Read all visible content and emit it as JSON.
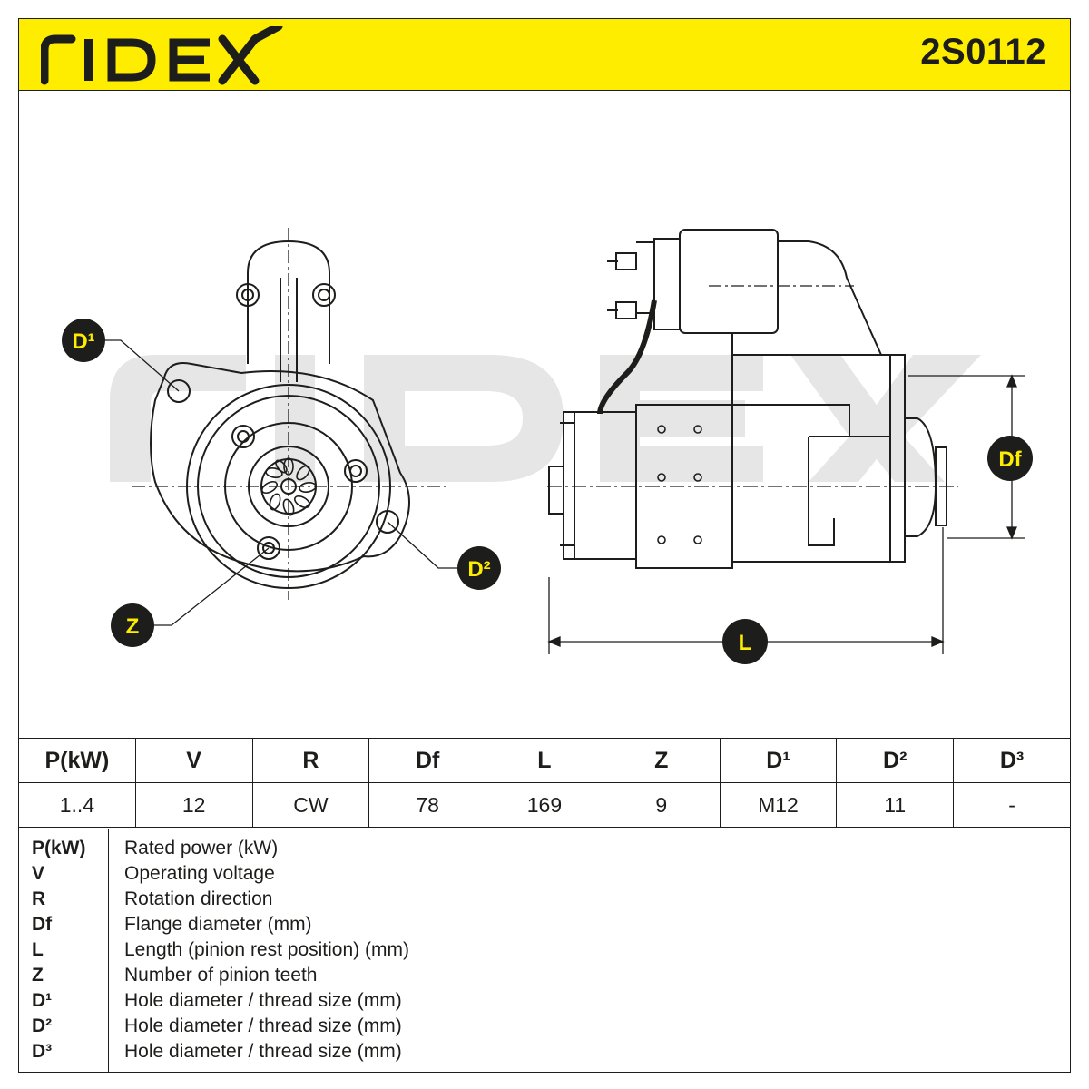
{
  "brand": {
    "logo_text": "RIDEX",
    "part_number": "2S0112"
  },
  "colors": {
    "accent_yellow": "#ffed00",
    "ink": "#1d1d1b",
    "watermark": "#e6e6e6"
  },
  "callouts": {
    "d1": "D¹",
    "d2": "D²",
    "z": "Z",
    "df": "Df",
    "l": "L"
  },
  "spec_table": {
    "headers": [
      "P(kW)",
      "V",
      "R",
      "Df",
      "L",
      "Z",
      "D¹",
      "D²",
      "D³"
    ],
    "values": [
      "1..4",
      "12",
      "CW",
      "78",
      "169",
      "9",
      "M12",
      "11",
      "-"
    ]
  },
  "legend": [
    {
      "key": "P(kW)",
      "desc": "Rated power (kW)"
    },
    {
      "key": "V",
      "desc": "Operating voltage"
    },
    {
      "key": "R",
      "desc": "Rotation direction"
    },
    {
      "key": "Df",
      "desc": "Flange diameter (mm)"
    },
    {
      "key": "L",
      "desc": "Length (pinion rest position) (mm)"
    },
    {
      "key": "Z",
      "desc": "Number of pinion teeth"
    },
    {
      "key": "D¹",
      "desc": "Hole diameter / thread size (mm)"
    },
    {
      "key": "D²",
      "desc": "Hole diameter / thread size (mm)"
    },
    {
      "key": "D³",
      "desc": "Hole diameter / thread size (mm)"
    }
  ]
}
